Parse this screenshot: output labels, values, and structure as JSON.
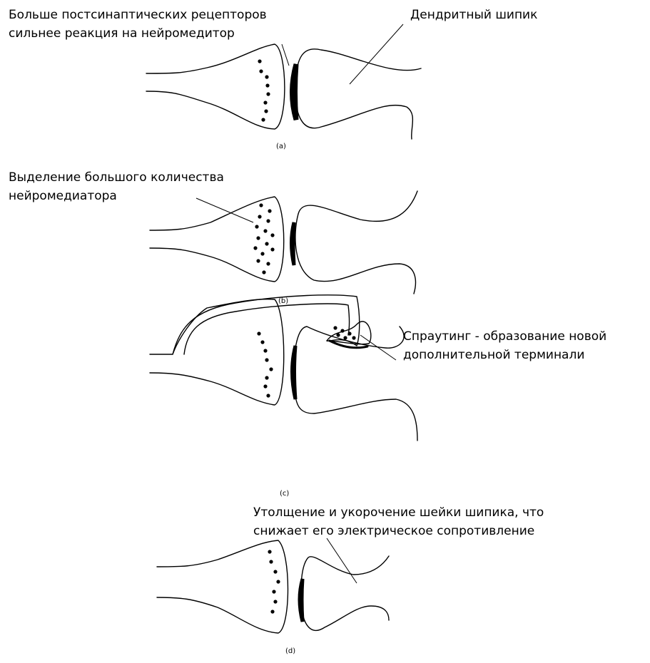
{
  "panels": [
    {
      "id": "a",
      "caption": "(a)",
      "annotations": [
        {
          "lines": [
            "Больше постсинаптических рецепторов",
            "сильнее реакция на нейромедитор"
          ]
        },
        {
          "lines": [
            "Дендритный шипик"
          ]
        }
      ]
    },
    {
      "id": "b",
      "caption": "(b)",
      "annotations": [
        {
          "lines": [
            "Выделение большого количества",
            "нейромедиатора"
          ]
        }
      ]
    },
    {
      "id": "c",
      "caption": "(c)",
      "annotations": [
        {
          "lines": [
            "Спраутинг - образование новой",
            "дополнительной терминали"
          ]
        }
      ]
    },
    {
      "id": "d",
      "caption": "(d)",
      "annotations": [
        {
          "lines": [
            "Утолщение и укорочение шейки шипика, что",
            "снижает его электрическое сопротивление"
          ]
        }
      ]
    }
  ]
}
